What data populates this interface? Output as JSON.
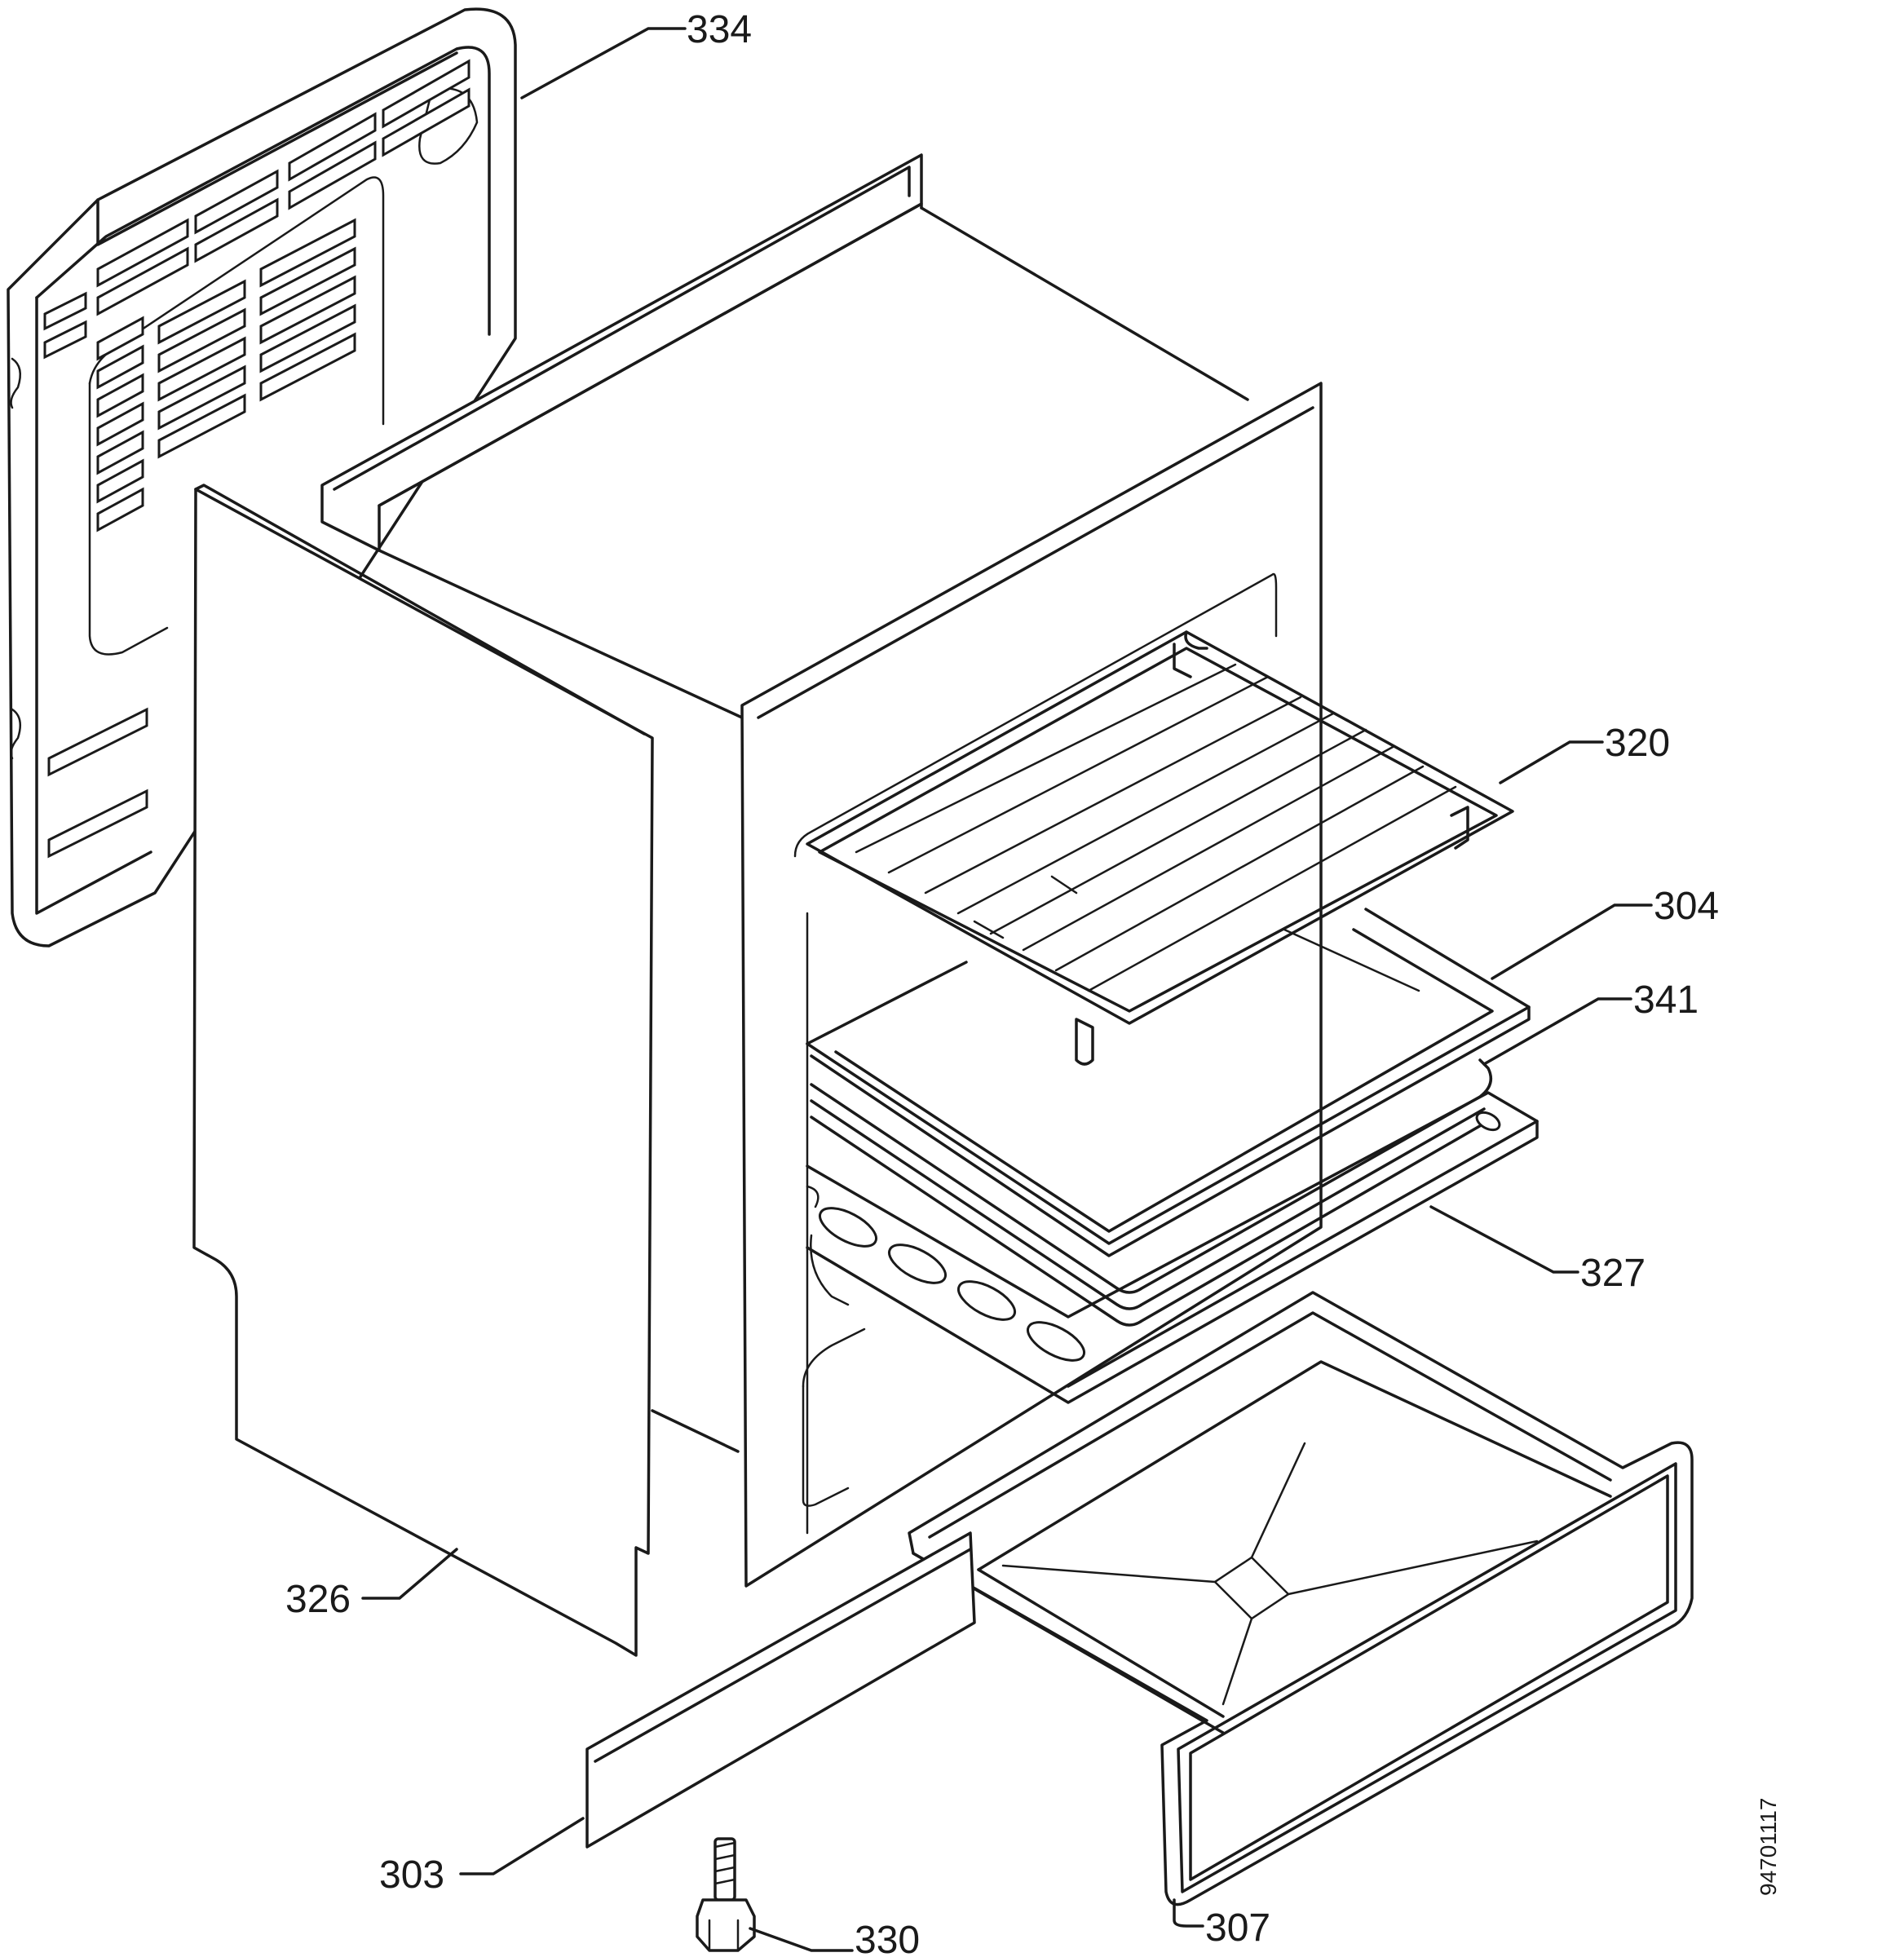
{
  "callouts": {
    "c334": "334",
    "c320": "320",
    "c304": "304",
    "c341": "341",
    "c327": "327",
    "c326": "326",
    "c303": "303",
    "c330": "330",
    "c307": "307"
  },
  "document_number": "94701117",
  "colors": {
    "ink": "#1a1a1a",
    "paper": "#ffffff"
  }
}
